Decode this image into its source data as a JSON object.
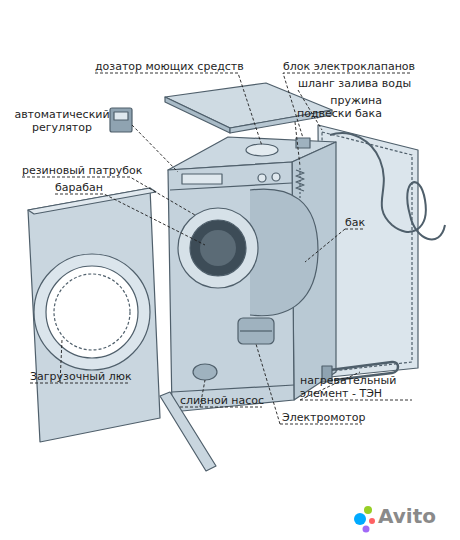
{
  "diagram": {
    "labels": [
      "дозатор моющих средств",
      "блок электроклапанов",
      "шланг залива воды",
      "пружина подвески бака",
      "автоматический регулятор",
      "резиновый патрубок",
      "барабан",
      "бак",
      "Загрузочный люк",
      "нагревательный элемент - ТЭН",
      "сливной насос",
      "Электромотор",
      "Avito"
    ]
  }
}
